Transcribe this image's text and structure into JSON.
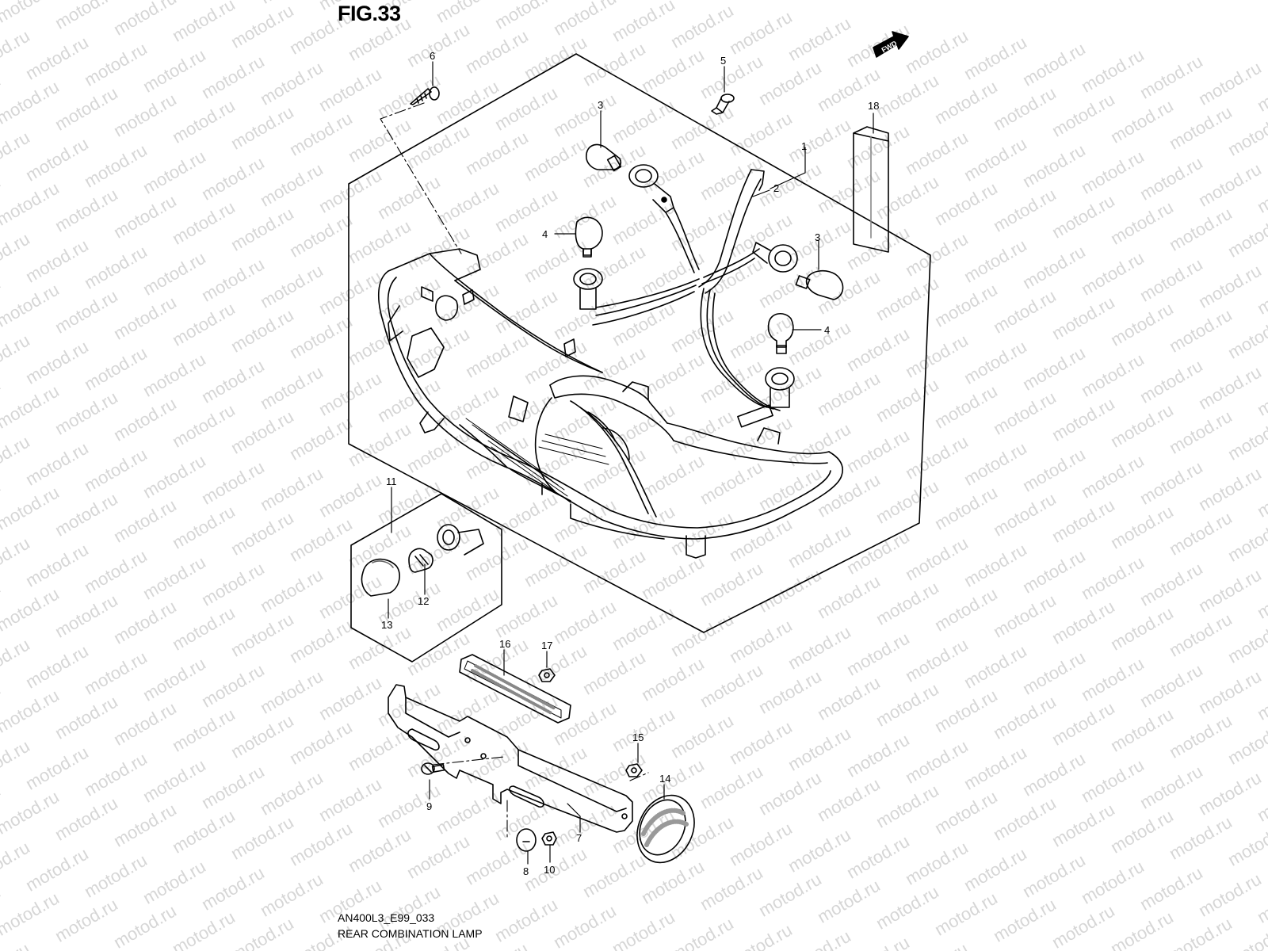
{
  "figure": {
    "title": "FIG.33",
    "code": "AN400L3_E99_033",
    "name": "REAR COMBINATION LAMP"
  },
  "watermark": "motod.ru",
  "fwd_badge": "FWD",
  "callouts": [
    {
      "id": "c1",
      "label": "1"
    },
    {
      "id": "c2",
      "label": "2"
    },
    {
      "id": "c3a",
      "label": "3"
    },
    {
      "id": "c3b",
      "label": "3"
    },
    {
      "id": "c4a",
      "label": "4"
    },
    {
      "id": "c4b",
      "label": "4"
    },
    {
      "id": "c5",
      "label": "5"
    },
    {
      "id": "c6",
      "label": "6"
    },
    {
      "id": "c7",
      "label": "7"
    },
    {
      "id": "c8",
      "label": "8"
    },
    {
      "id": "c9",
      "label": "9"
    },
    {
      "id": "c10",
      "label": "10"
    },
    {
      "id": "c11",
      "label": "11"
    },
    {
      "id": "c12",
      "label": "12"
    },
    {
      "id": "c13",
      "label": "13"
    },
    {
      "id": "c14",
      "label": "14"
    },
    {
      "id": "c15",
      "label": "15"
    },
    {
      "id": "c16",
      "label": "16"
    },
    {
      "id": "c17",
      "label": "17"
    },
    {
      "id": "c18",
      "label": "18"
    }
  ]
}
